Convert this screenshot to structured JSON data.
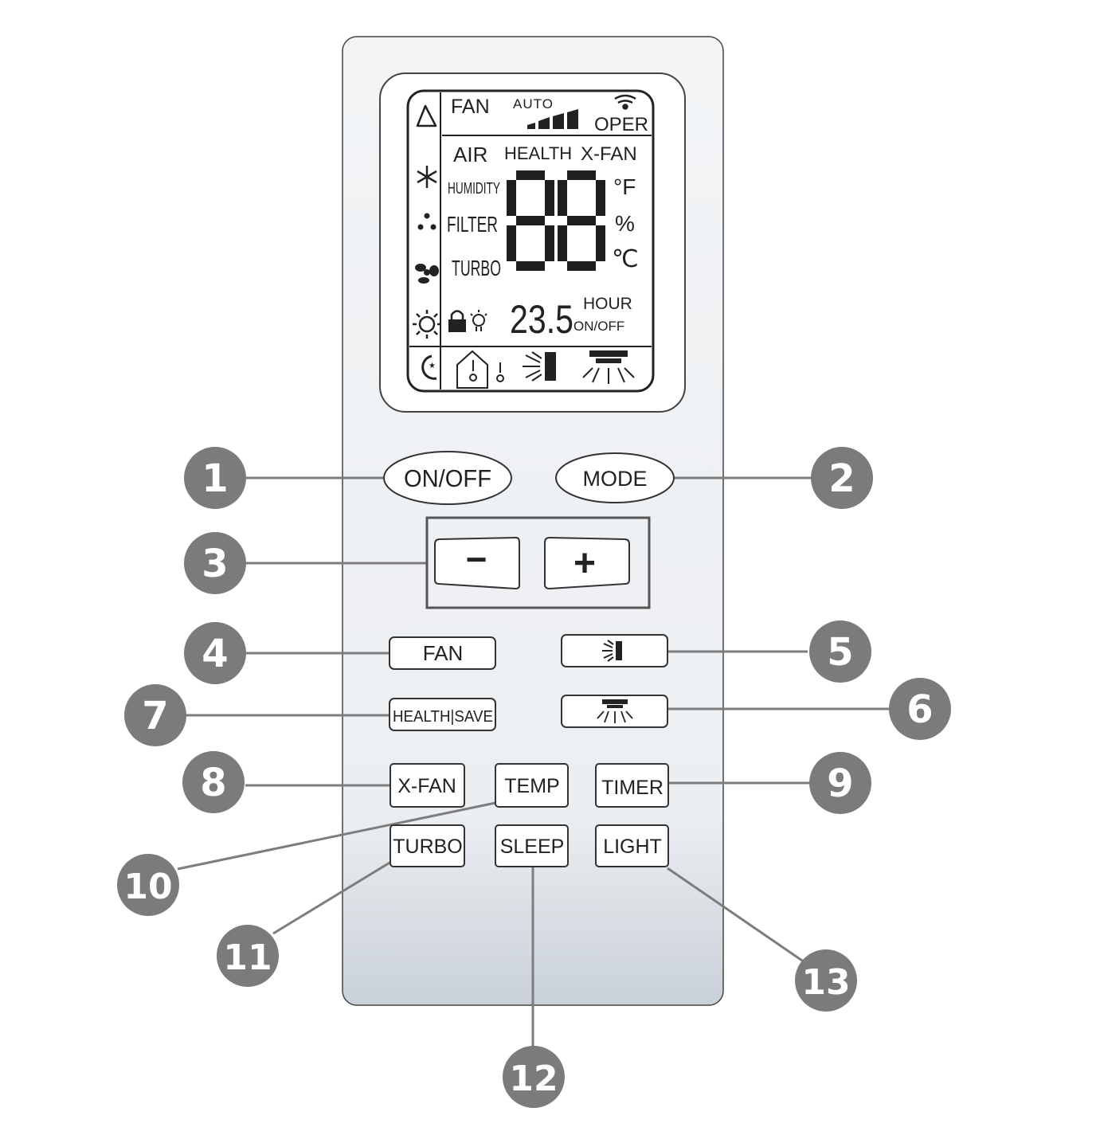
{
  "display": {
    "top_left_labels": {
      "fan": "FAN",
      "auto": "AUTO",
      "oper": "OPER"
    },
    "row_labels": {
      "air": "AIR",
      "health": "HEALTH",
      "xfan": "X-FAN"
    },
    "side_labels": {
      "humidity": "HUMIDITY",
      "filter": "FILTER",
      "turbo": "TURBO"
    },
    "big_digits": "88",
    "units": {
      "fahrenheit": "°F",
      "percent": "%",
      "celsius": "℃"
    },
    "small_digits": "23.5",
    "timer_labels": {
      "hour": "HOUR",
      "onoff": "ON/OFF"
    }
  },
  "buttons": {
    "onoff": "ON/OFF",
    "mode": "MODE",
    "minus": "−",
    "plus": "+",
    "fan": "FAN",
    "health_save": "HEALTH|SAVE",
    "xfan": "X-FAN",
    "temp": "TEMP",
    "timer": "TIMER",
    "turbo": "TURBO",
    "sleep": "SLEEP",
    "light": "LIGHT"
  },
  "icons": {
    "swing_vertical": "swing-vertical-icon",
    "swing_horizontal": "swing-horizontal-icon"
  },
  "callouts": [
    "1",
    "2",
    "3",
    "4",
    "5",
    "6",
    "7",
    "8",
    "9",
    "10",
    "11",
    "12",
    "13"
  ],
  "colors": {
    "callout": "#7b7b7b",
    "remote_body": "#eef1f4",
    "outline": "#333333"
  }
}
